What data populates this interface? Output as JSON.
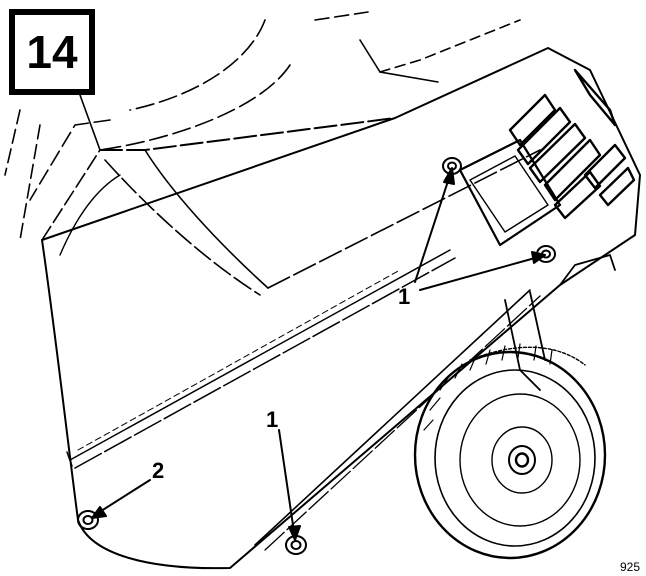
{
  "step_number": "14",
  "callouts": [
    {
      "id": "upper-right",
      "label": "1"
    },
    {
      "id": "lower-center",
      "label": "1"
    },
    {
      "id": "lower-left",
      "label": "2"
    }
  ],
  "figure_ref": "925"
}
